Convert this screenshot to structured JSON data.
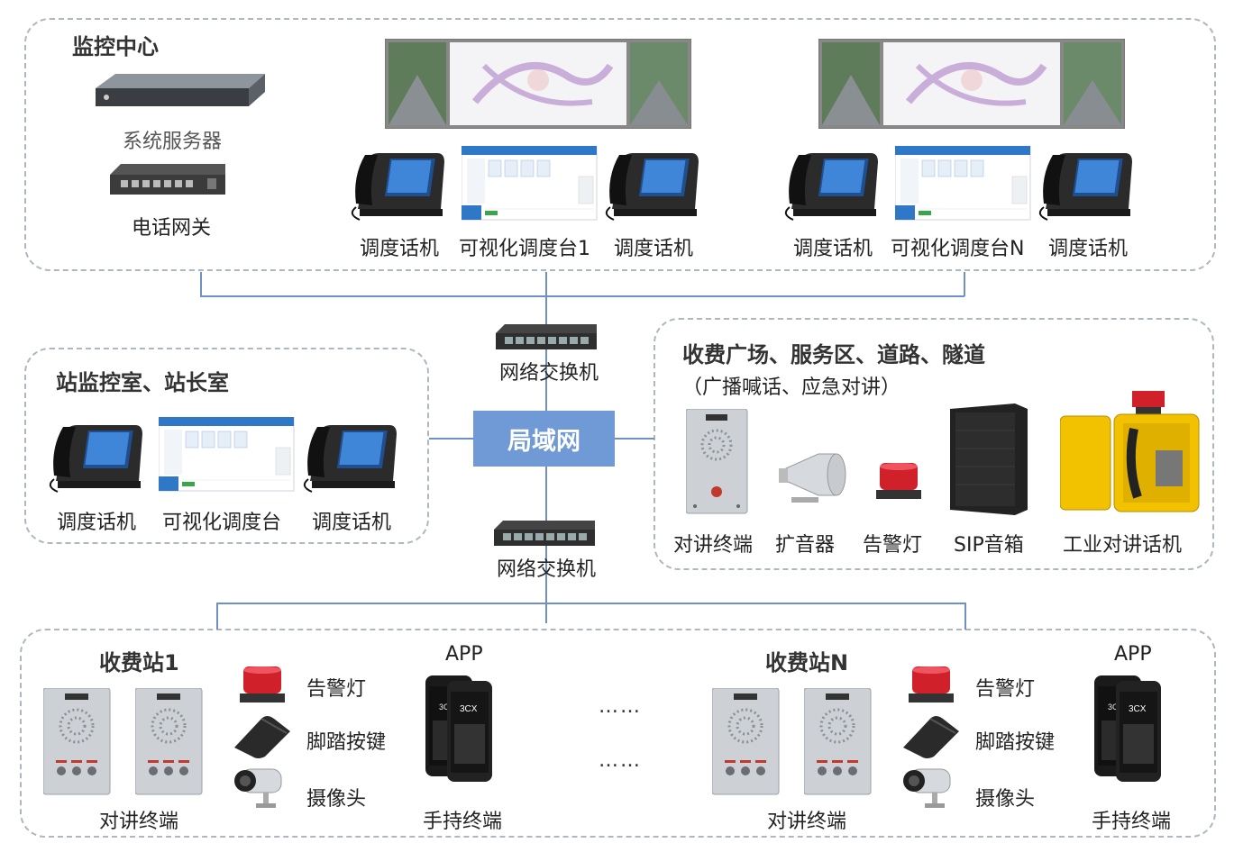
{
  "monitor_center": {
    "title": "监控中心",
    "server_label": "系统服务器",
    "gateway_label": "电话网关",
    "console1": {
      "phone_left": "调度话机",
      "console": "可视化调度台1",
      "phone_right": "调度话机"
    },
    "consoleN": {
      "phone_left": "调度话机",
      "console": "可视化调度台N",
      "phone_right": "调度话机"
    }
  },
  "switch_top_label": "网络交换机",
  "lan_label": "局域网",
  "switch_bottom_label": "网络交换机",
  "station_room": {
    "title": "站监控室、站长室",
    "phone_left": "调度话机",
    "console": "可视化调度台",
    "phone_right": "调度话机"
  },
  "toll_plaza": {
    "title": "收费广场、服务区、道路、隧道",
    "subtitle": "（广播喊话、应急对讲）",
    "devices": [
      "对讲终端",
      "扩音器",
      "告警灯",
      "SIP音箱",
      "工业对讲话机"
    ]
  },
  "station1": {
    "title": "收费站1",
    "intercom_label": "对讲终端",
    "alarm_label": "告警灯",
    "pedal_label": "脚踏按键",
    "camera_label": "摄像头",
    "app_label": "APP",
    "handheld_label": "手持终端"
  },
  "ellipsis": "……",
  "stationN": {
    "title": "收费站N",
    "intercom_label": "对讲终端",
    "alarm_label": "告警灯",
    "pedal_label": "脚踏按键",
    "camera_label": "摄像头",
    "app_label": "APP",
    "handheld_label": "手持终端"
  },
  "colors": {
    "line": "#6f8fc5",
    "lan_box": "#6f9ad6",
    "region_border": "#aeb6c2",
    "alarm_red": "#d0202a",
    "industrial_yellow": "#f2c200"
  }
}
